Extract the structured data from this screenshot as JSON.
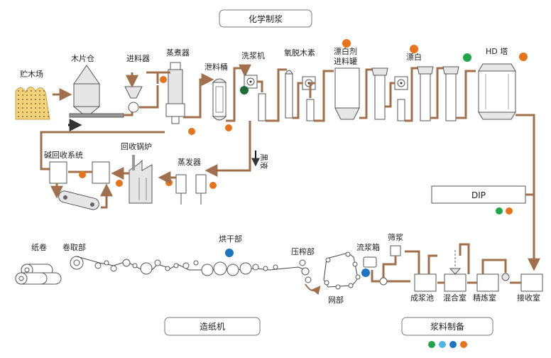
{
  "sections": {
    "chemical_pulping": "化学制浆",
    "papermaking": "造纸机",
    "stock_preparation": "浆料制备"
  },
  "labels": {
    "wood_yard": "贮木场",
    "chip_silo": "木片仓",
    "feeder": "进料器",
    "digester": "蒸煮器",
    "blow_tank": "泄料桶",
    "washer": "洗浆机",
    "oxygen_delig": "氧脱木素",
    "bleach_feed_1": "漂白剂",
    "bleach_feed_2": "进料罐",
    "bleaching": "漂白",
    "hd_tower": "HD 塔",
    "alkali_recovery": "碱回收系统",
    "recovery_boiler": "回收锅炉",
    "evaporator": "蒸发器",
    "black_liquor": "黑液",
    "dip": "DIP",
    "paper_roll": "纸卷",
    "reel": "卷取部",
    "dryer": "烘干部",
    "press": "压榨部",
    "headbox": "流浆箱",
    "screen": "筛浆",
    "wire": "网部",
    "stock_chest": "成浆池",
    "mixing": "混合室",
    "refining": "精炼室",
    "receiving": "接收室"
  },
  "colors": {
    "orange": "#e8731a",
    "green": "#1fa64a",
    "dark_green": "#1f6b3a",
    "blue": "#1f74c2",
    "light_blue": "#4fb6e6",
    "pipe": "#a0704c",
    "wood": "#f2d27a"
  }
}
